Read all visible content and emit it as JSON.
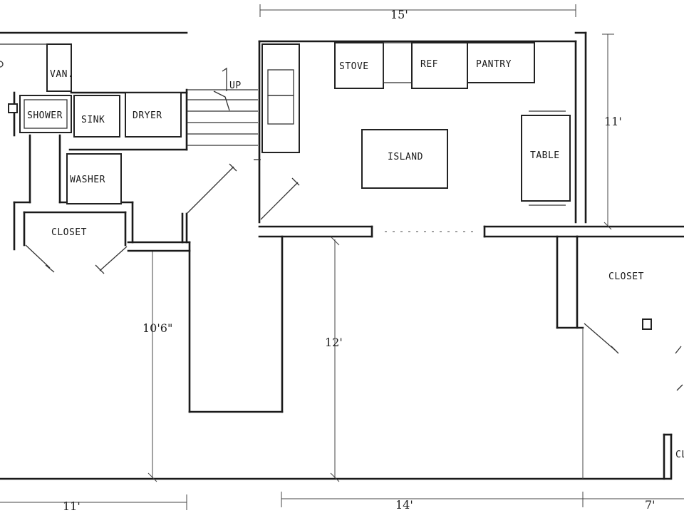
{
  "labels": {
    "van": "VAN.",
    "shower": "SHOWER",
    "sink": "SINK",
    "dryer": "DRYER",
    "washer": "WASHER",
    "closet_left": "CLOSET",
    "up": "UP",
    "stove": "STOVE",
    "ref": "REF",
    "pantry": "PANTRY",
    "island": "ISLAND",
    "table": "TABLE",
    "closet_right": "CLOSET",
    "cl_cut": "CL"
  },
  "dimensions": {
    "top_width": "15'",
    "right_height": "11'",
    "hall_height": "10'6\"",
    "center_height": "12'",
    "bottom_left": "11'",
    "bottom_mid": "14'",
    "bottom_right": "7'"
  }
}
